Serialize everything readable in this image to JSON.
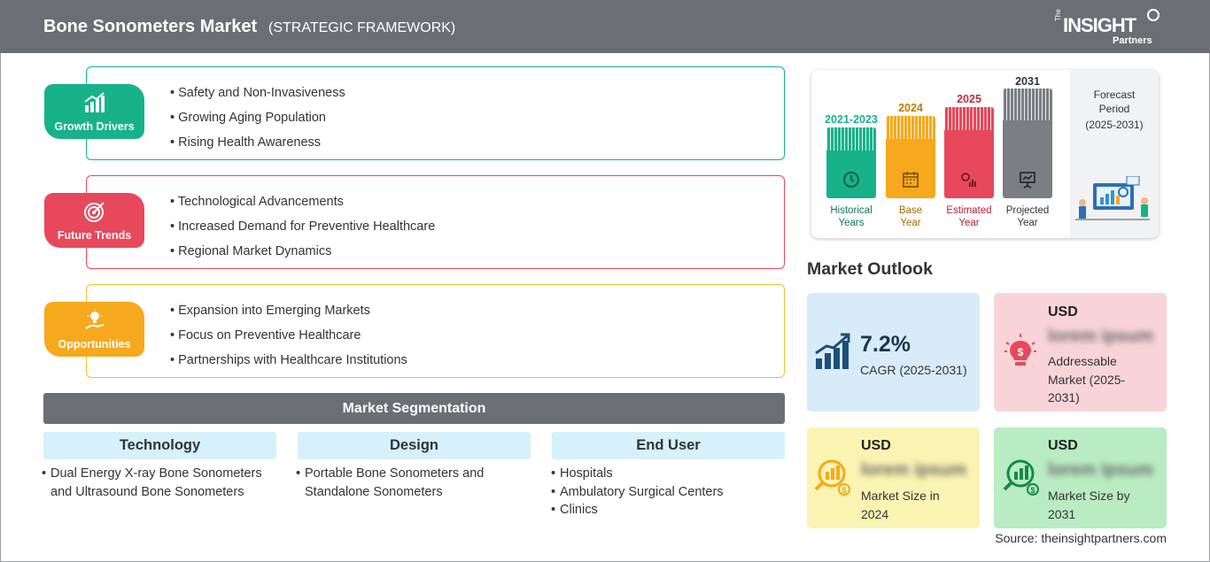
{
  "header": {
    "title": "Bone Sonometers Market",
    "subtitle": "(STRATEGIC FRAMEWORK)",
    "logo": {
      "the": "The",
      "insight": "INSIGHT",
      "partners": "Partners"
    }
  },
  "colors": {
    "green": "#17b28a",
    "red": "#e8485c",
    "orange": "#f6a91c",
    "gray": "#6b6f75",
    "light_blue": "#d6f1fb"
  },
  "framework": [
    {
      "label": "Growth Drivers",
      "icon": "growth-chart-icon",
      "color": "#17b28a",
      "items": [
        "• Safety and Non-Invasiveness",
        "• Growing Aging Population",
        "• Rising Health Awareness"
      ]
    },
    {
      "label": "Future Trends",
      "icon": "target-icon",
      "color": "#e8485c",
      "items": [
        "• Technological Advancements",
        "• Increased Demand for Preventive Healthcare",
        "• Regional Market Dynamics"
      ]
    },
    {
      "label": "Opportunities",
      "icon": "lightbulb-hand-icon",
      "color": "#f6a91c",
      "items": [
        "• Expansion into Emerging Markets",
        "• Focus on Preventive Healthcare",
        "• Partnerships with Healthcare Institutions"
      ]
    }
  ],
  "segmentation": {
    "title": "Market Segmentation",
    "columns": [
      {
        "title": "Technology",
        "items": [
          "Dual Energy X-ray Bone Sonometers and Ultrasound Bone Sonometers"
        ]
      },
      {
        "title": "Design",
        "items": [
          "Portable Bone Sonometers and Standalone Sonometers"
        ]
      },
      {
        "title": "End User",
        "items": [
          "Hospitals",
          "Ambulatory Surgical Centers",
          "Clinics"
        ]
      }
    ]
  },
  "timeline": {
    "periods": [
      {
        "year": "2021-2023",
        "caption_1": "Historical",
        "caption_2": "Years",
        "color": "#17b28a",
        "icon": "clock-history-icon"
      },
      {
        "year": "2024",
        "caption_1": "Base",
        "caption_2": "Year",
        "color": "#f6a91c",
        "icon": "calendar-icon"
      },
      {
        "year": "2025",
        "caption_1": "Estimated",
        "caption_2": "Year",
        "color": "#e8485c",
        "icon": "gear-chart-icon"
      },
      {
        "year": "2031",
        "caption_1": "Projected",
        "caption_2": "Year",
        "color": "#7b7e84",
        "icon": "presentation-icon"
      }
    ],
    "forecast_line1": "Forecast",
    "forecast_line2": "Period",
    "forecast_range": "(2025-2031)"
  },
  "outlook": {
    "title": "Market Outlook",
    "cagr_value": "7.2%",
    "cagr_label": "CAGR (2025-2031)",
    "addressable": {
      "currency": "USD",
      "value": "lorem ipsum",
      "desc_1": "Addressable",
      "desc_2": "Market (2025-",
      "desc_3": "2031)"
    },
    "size_2024": {
      "currency": "USD",
      "value": "lorem ipsum",
      "desc_1": "Market Size in",
      "desc_2": "2024"
    },
    "size_2031": {
      "currency": "USD",
      "value": "lorem ipsum",
      "desc_1": "Market Size by",
      "desc_2": "2031"
    }
  },
  "source": "Source: theinsightpartners.com"
}
